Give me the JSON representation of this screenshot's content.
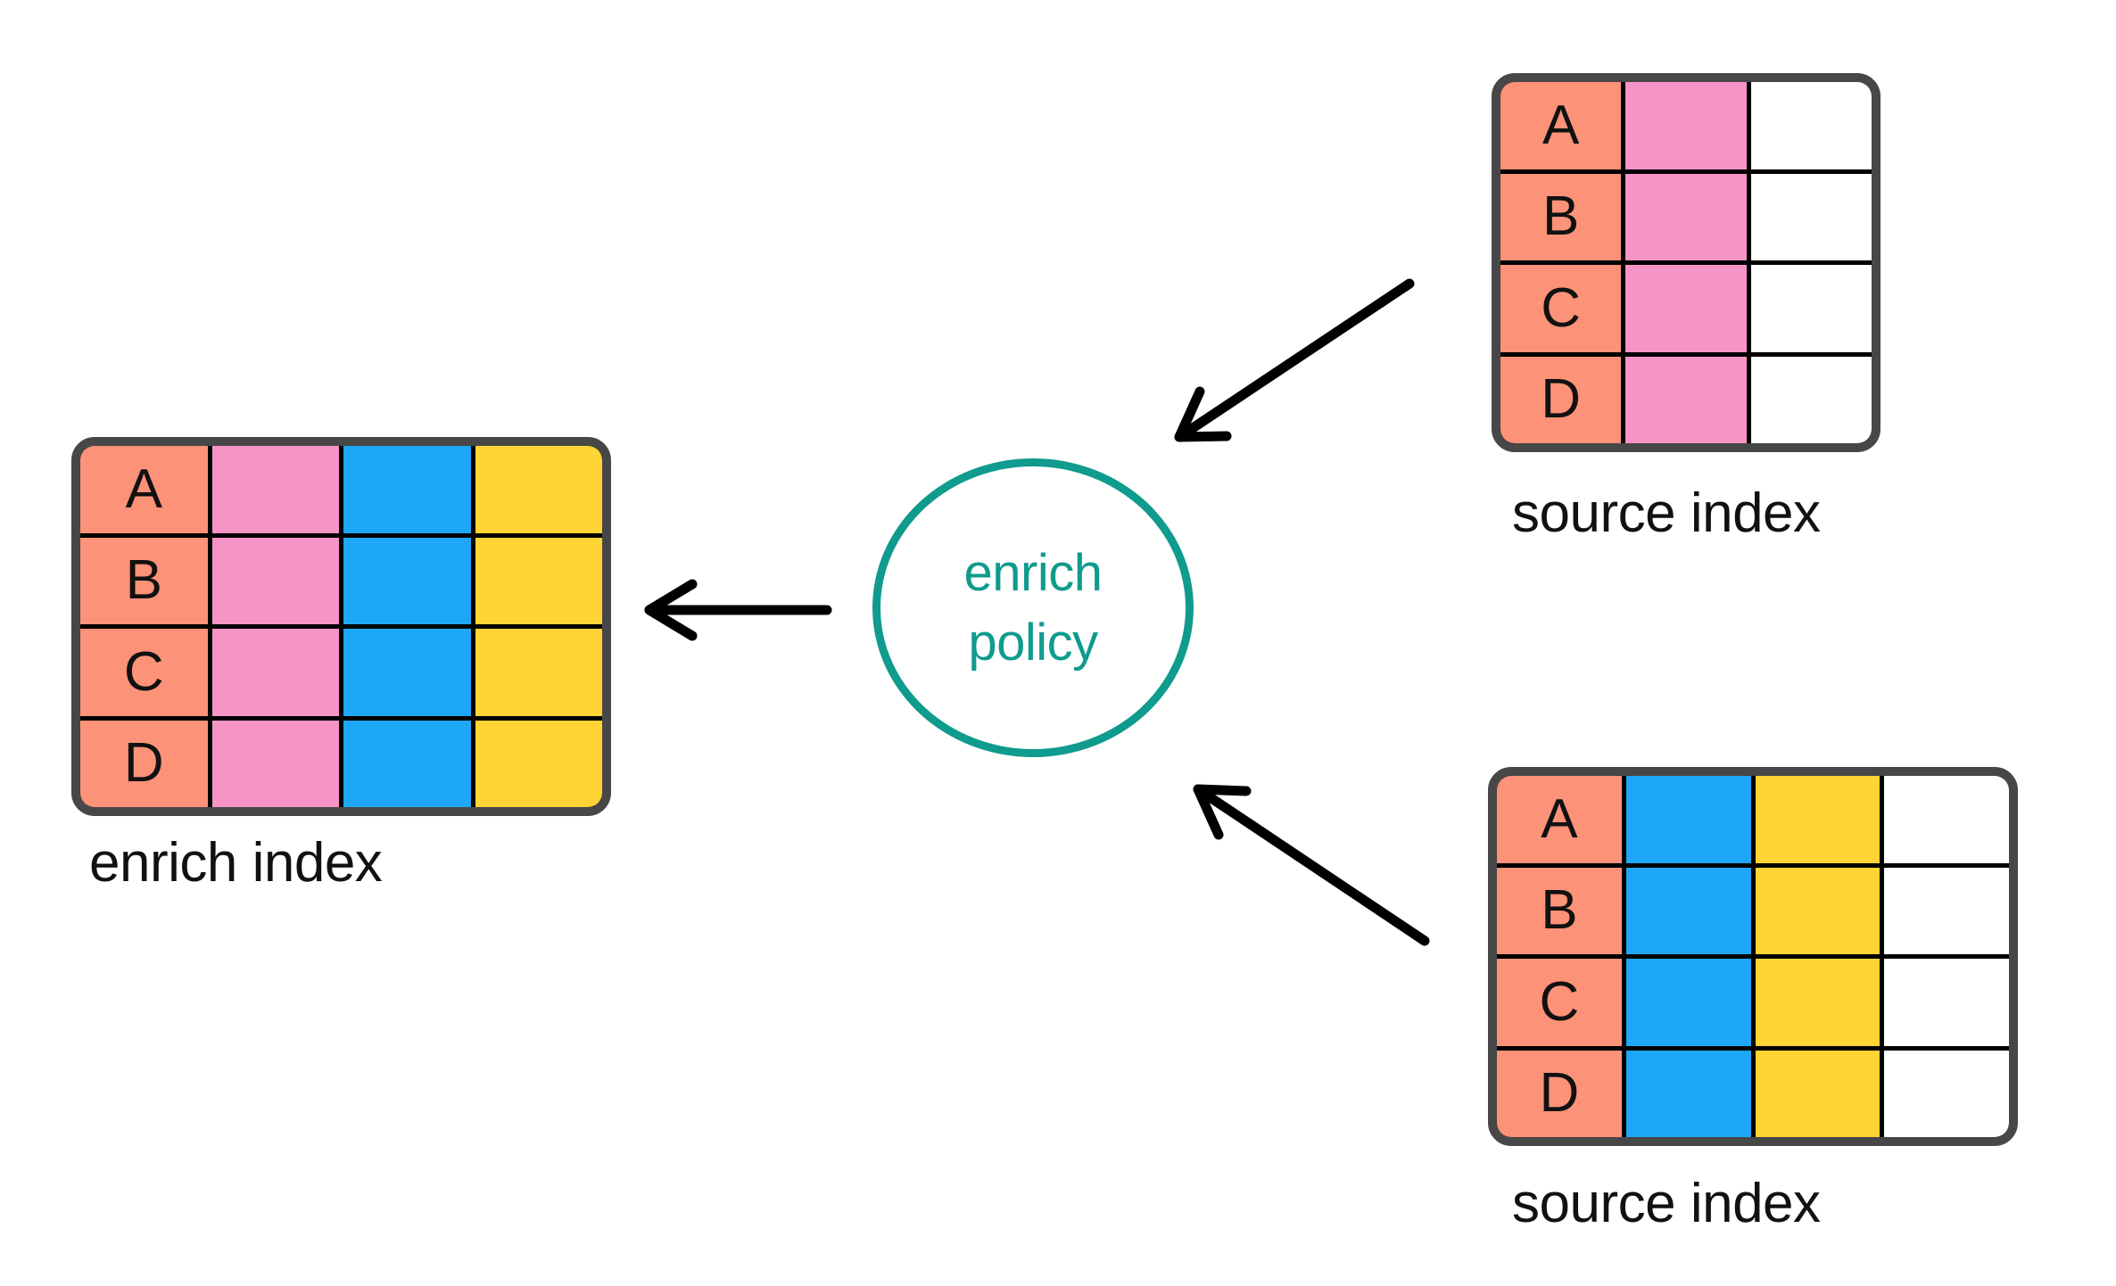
{
  "colors": {
    "background": "#ffffff",
    "salmon": "#FC9278",
    "pink": "#F794C7",
    "blue": "#1FA7F7",
    "yellow": "#FFD434",
    "white_cell": "#ffffff",
    "table_border": "#474747",
    "grid_line": "#000000",
    "teal": "#0F9B8D",
    "label_text": "#111111",
    "arrow": "#000000"
  },
  "enrich_table": {
    "label": "enrich index",
    "row_labels": [
      "A",
      "B",
      "C",
      "D"
    ],
    "columns": [
      "salmon-key",
      "pink",
      "blue",
      "yellow"
    ]
  },
  "source_table_top": {
    "label": "source index",
    "row_labels": [
      "A",
      "B",
      "C",
      "D"
    ],
    "columns": [
      "salmon-key",
      "pink",
      "empty"
    ]
  },
  "source_table_bottom": {
    "label": "source index",
    "row_labels": [
      "A",
      "B",
      "C",
      "D"
    ],
    "columns": [
      "salmon-key",
      "blue",
      "yellow",
      "empty"
    ]
  },
  "policy": {
    "line1": "enrich",
    "line2": "policy"
  }
}
